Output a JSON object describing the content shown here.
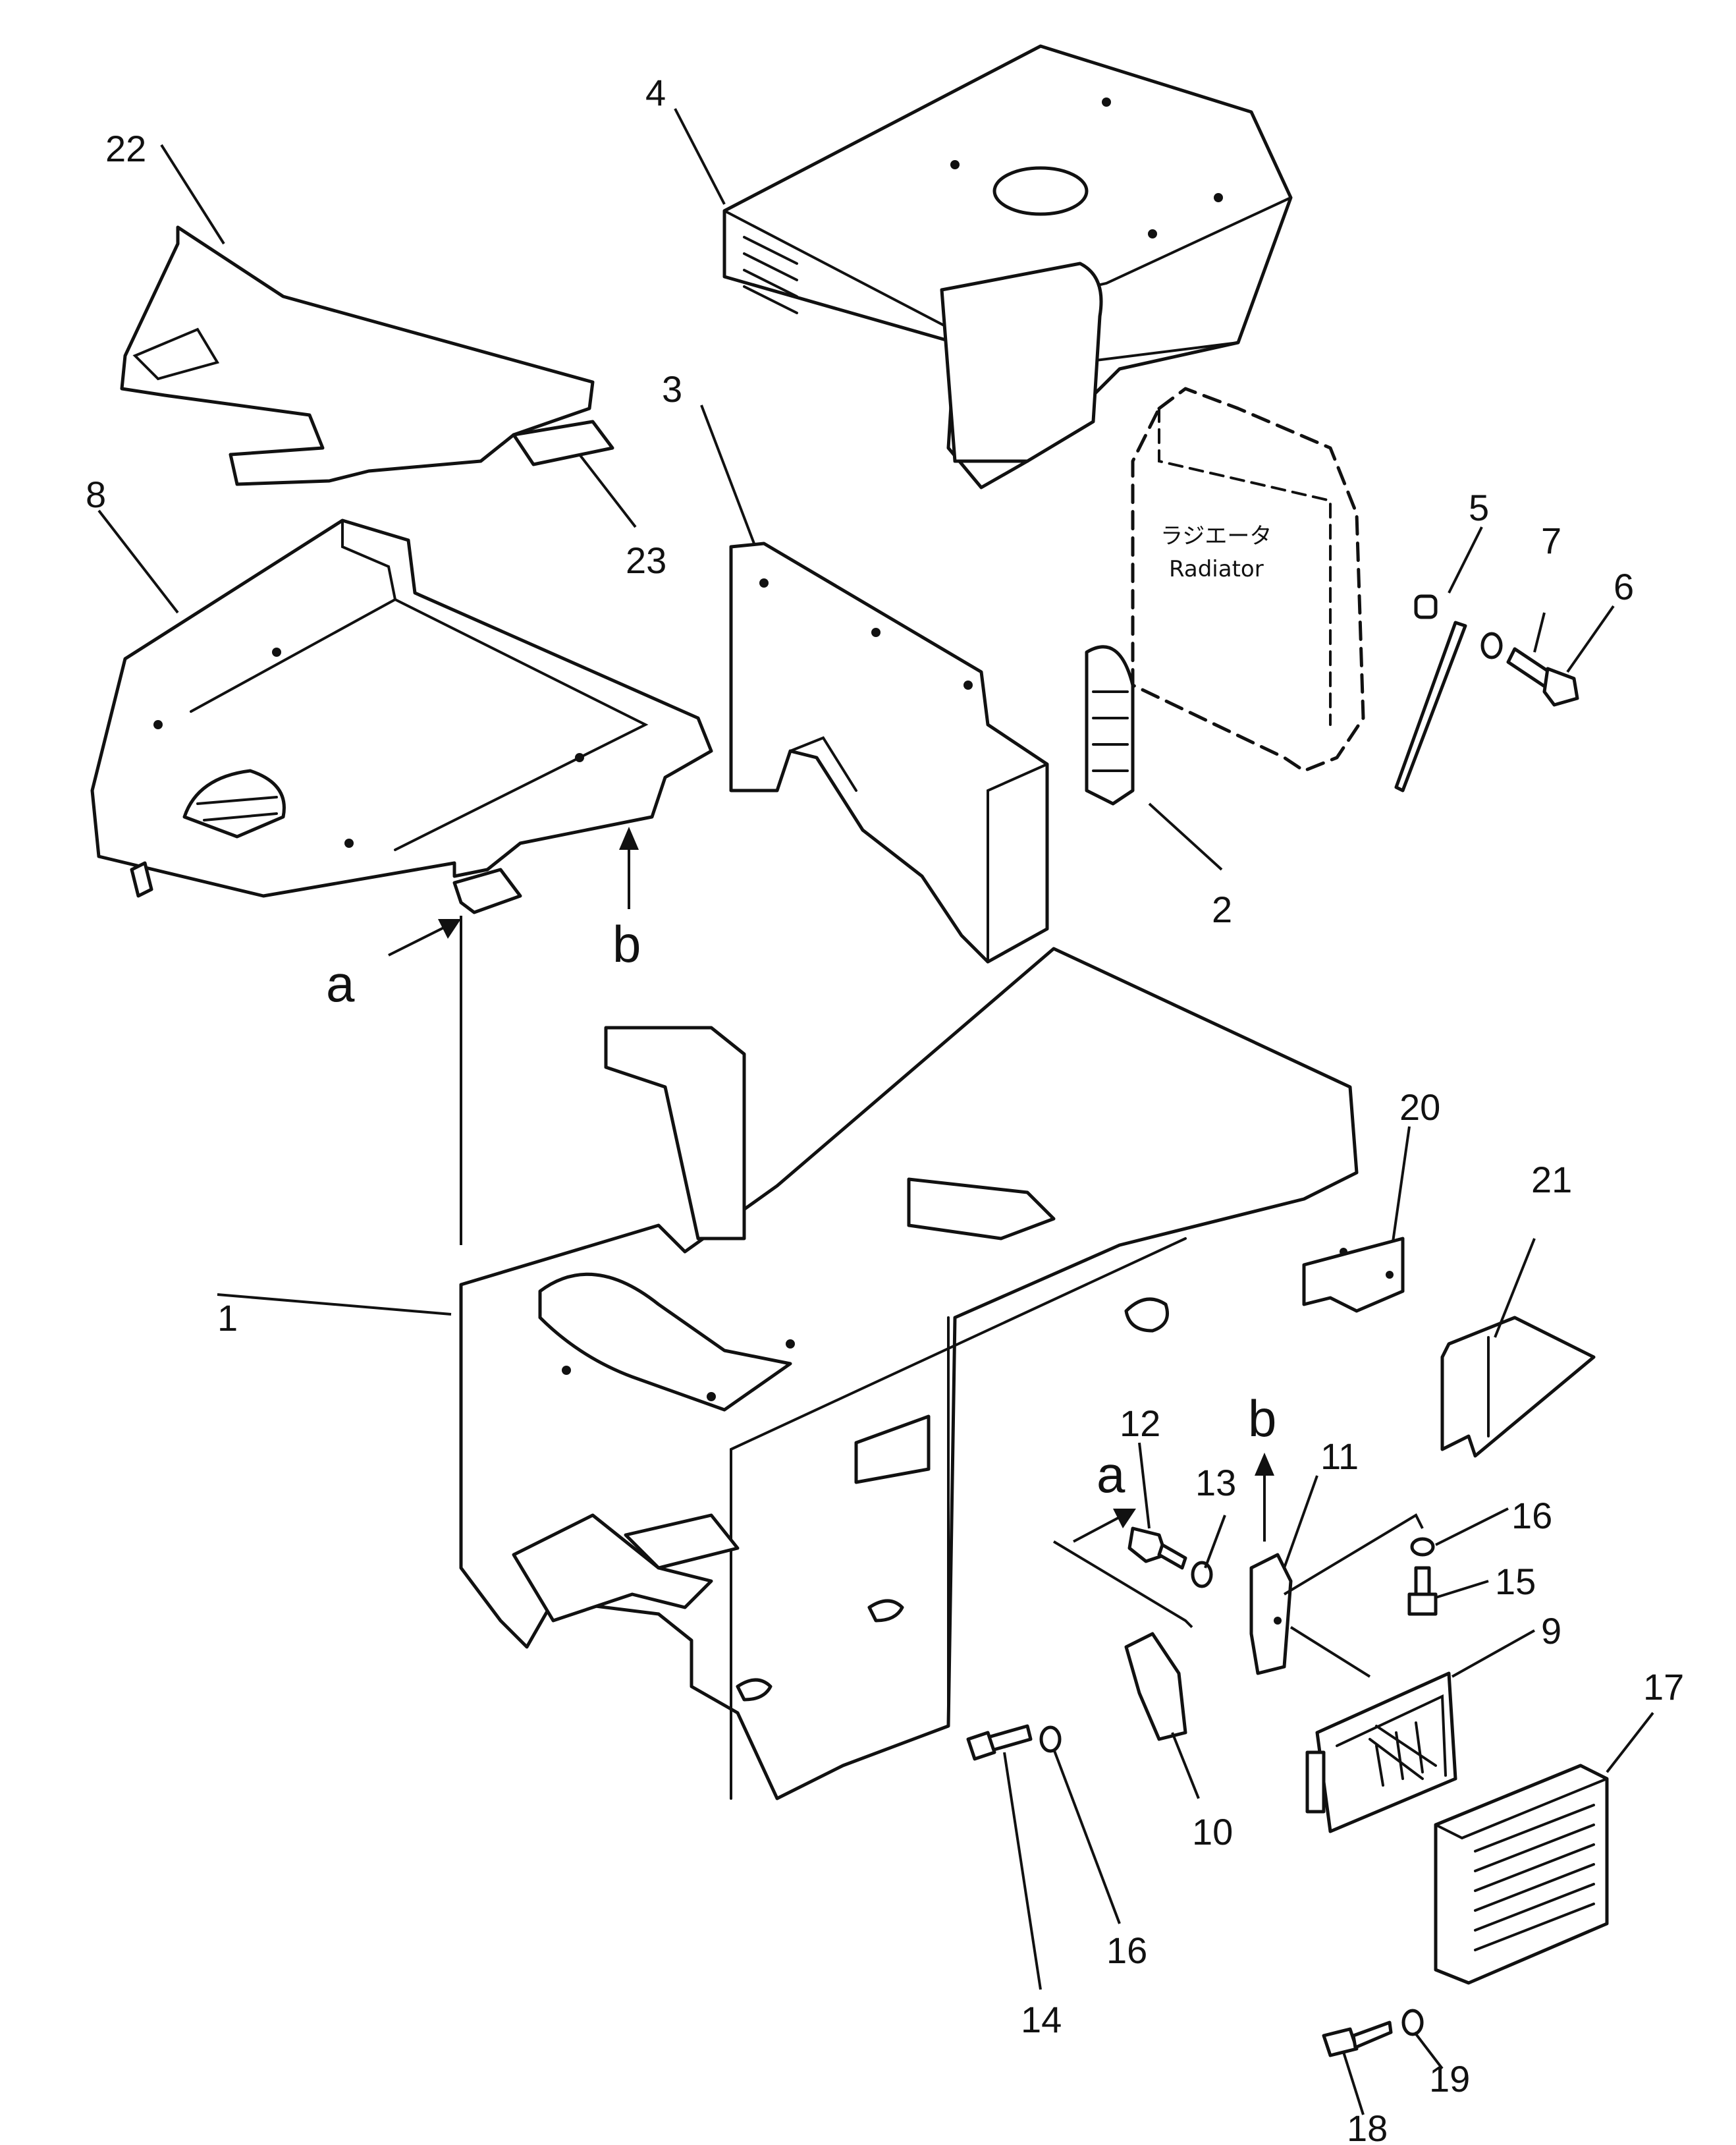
{
  "diagram": {
    "radiator_label_jp": "ラジエータ",
    "radiator_label_en": "Radiator",
    "view_letter_a": "a",
    "view_letter_b": "b",
    "callouts": [
      "1",
      "2",
      "3",
      "4",
      "5",
      "6",
      "7",
      "8",
      "9",
      "10",
      "11",
      "12",
      "13",
      "14",
      "15",
      "16",
      "16",
      "17",
      "18",
      "19",
      "20",
      "21",
      "22",
      "23"
    ]
  }
}
